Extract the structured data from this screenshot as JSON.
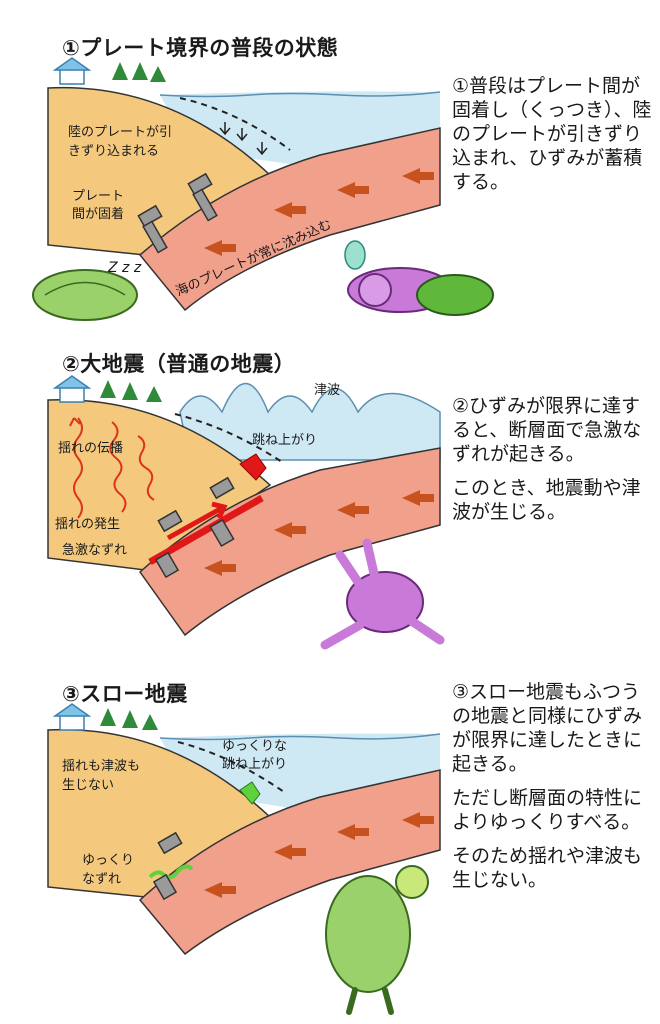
{
  "panels": [
    {
      "title": "①プレート境界の普段の状態",
      "desc": [
        "①普段はプレート間が固着し（くっつき）、陸のプレートが引きずり込まれ、ひずみが蓄積する。"
      ],
      "labels": {
        "land_dragged": [
          "陸のプレートが引",
          "きずり込まれる"
        ],
        "locked": [
          "プレート",
          "間が固着"
        ],
        "ocean_subducts": "海のプレートが常に沈み込む",
        "sleep": "Z z z"
      }
    },
    {
      "title": "②大地震（普通の地震）",
      "desc": [
        "②ひずみが限界に達すると、断層面で急激なずれが起きる。",
        "このとき、地震動や津波が生じる。"
      ],
      "labels": {
        "tsunami": "津波",
        "rebound": "跳ね上がり",
        "propagation": "揺れの伝播",
        "generation": "揺れの発生",
        "sudden_slip": "急激なずれ"
      }
    },
    {
      "title": "③スロー地震",
      "desc": [
        "③スロー地震もふつうの地震と同様にひずみが限界に達したときに起きる。",
        "ただし断層面の特性によりゆっくりすべる。",
        "そのため揺れや津波も生じない。"
      ],
      "labels": {
        "slow_rebound": [
          "ゆっくりな",
          "跳ね上がり"
        ],
        "no_shaking": [
          "揺れも津波も",
          "生じない"
        ],
        "slow_slip": [
          "ゆっくり",
          "なずれ"
        ]
      }
    }
  ],
  "colors": {
    "land": "#f4c97e",
    "ocean_plate": "#f1a08c",
    "sea": "#cfe9f4",
    "arrow": "#c8521e",
    "slip": "#e01818",
    "wave": "#e0321c",
    "slow": "#5fd13a",
    "turtle": "#9bd16a",
    "rabbit": "#c97ad8"
  }
}
